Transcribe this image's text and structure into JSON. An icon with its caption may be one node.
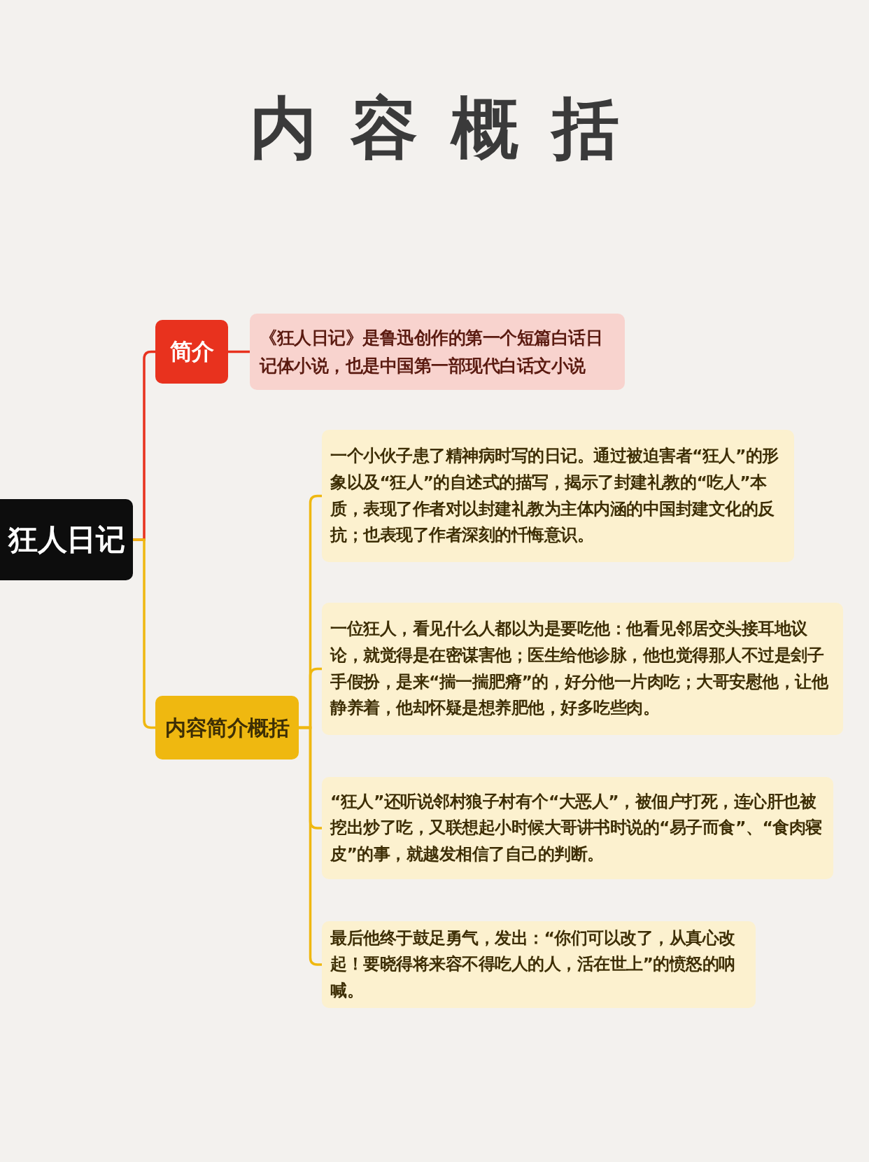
{
  "diagram": {
    "title": "内容概括",
    "nodes": [
      {
        "text": [
          "狂人日记"
        ]
      },
      {
        "text": [
          "简介"
        ]
      },
      {
        "text": [
          "《狂人日记》是鲁迅创作的第一个短篇白话日记体小说，也是中国第一部现代白话文小说"
        ]
      },
      {
        "text": [
          "内容简介概括"
        ]
      },
      {
        "text": [
          "一个小伙子患了精神病时写的日记。通过被迫害者“狂人”的形象以及“狂人”的自述式的描写，揭示了封建礼教的“吃人”本质，表现了作者对以封建礼教为主体内涵的中国封建文化的反抗；也表现了作者深刻的忏悔意识。"
        ]
      },
      {
        "text": [
          "一位狂人，看见什么人都以为是要吃他：他看见邻居交头接耳地议论，就觉得是在密谋害他；医生给他诊脉，他也觉得那人不过是刽子手假扮，是来“揣一揣肥瘠”的，好分他一片肉吃；大哥安慰他，让他静养着，他却怀疑是想养肥他，好多吃些肉。"
        ]
      },
      {
        "text": [
          "“狂人”还听说邻村狼子村有个“大恶人”，被佃户打死，连心肝也被挖出炒了吃，又联想起小时候大哥讲书时说的“易子而食”、“食肉寝皮”的事，就越发相信了自己的判断。"
        ]
      },
      {
        "text": [
          "最后他终于鼓足勇气，发出：“你们可以改了，从真心改起！要晓得将来容不得吃人的人，活在世上”的愤怒的呐喊。"
        ]
      }
    ],
    "edges": [
      {
        "from": 0,
        "to": 1,
        "arrow": "none",
        "color": "#e8321e"
      },
      {
        "from": 0,
        "to": 3,
        "arrow": "none"
      },
      {
        "from": 1,
        "to": 2,
        "arrow": "none",
        "color": "#e8321e"
      },
      {
        "from": 3,
        "to": 4,
        "arrow": "none"
      },
      {
        "from": 3,
        "to": 5,
        "arrow": "none"
      },
      {
        "from": 3,
        "to": 6,
        "arrow": "none"
      },
      {
        "from": 3,
        "to": 7,
        "arrow": "none"
      }
    ]
  }
}
